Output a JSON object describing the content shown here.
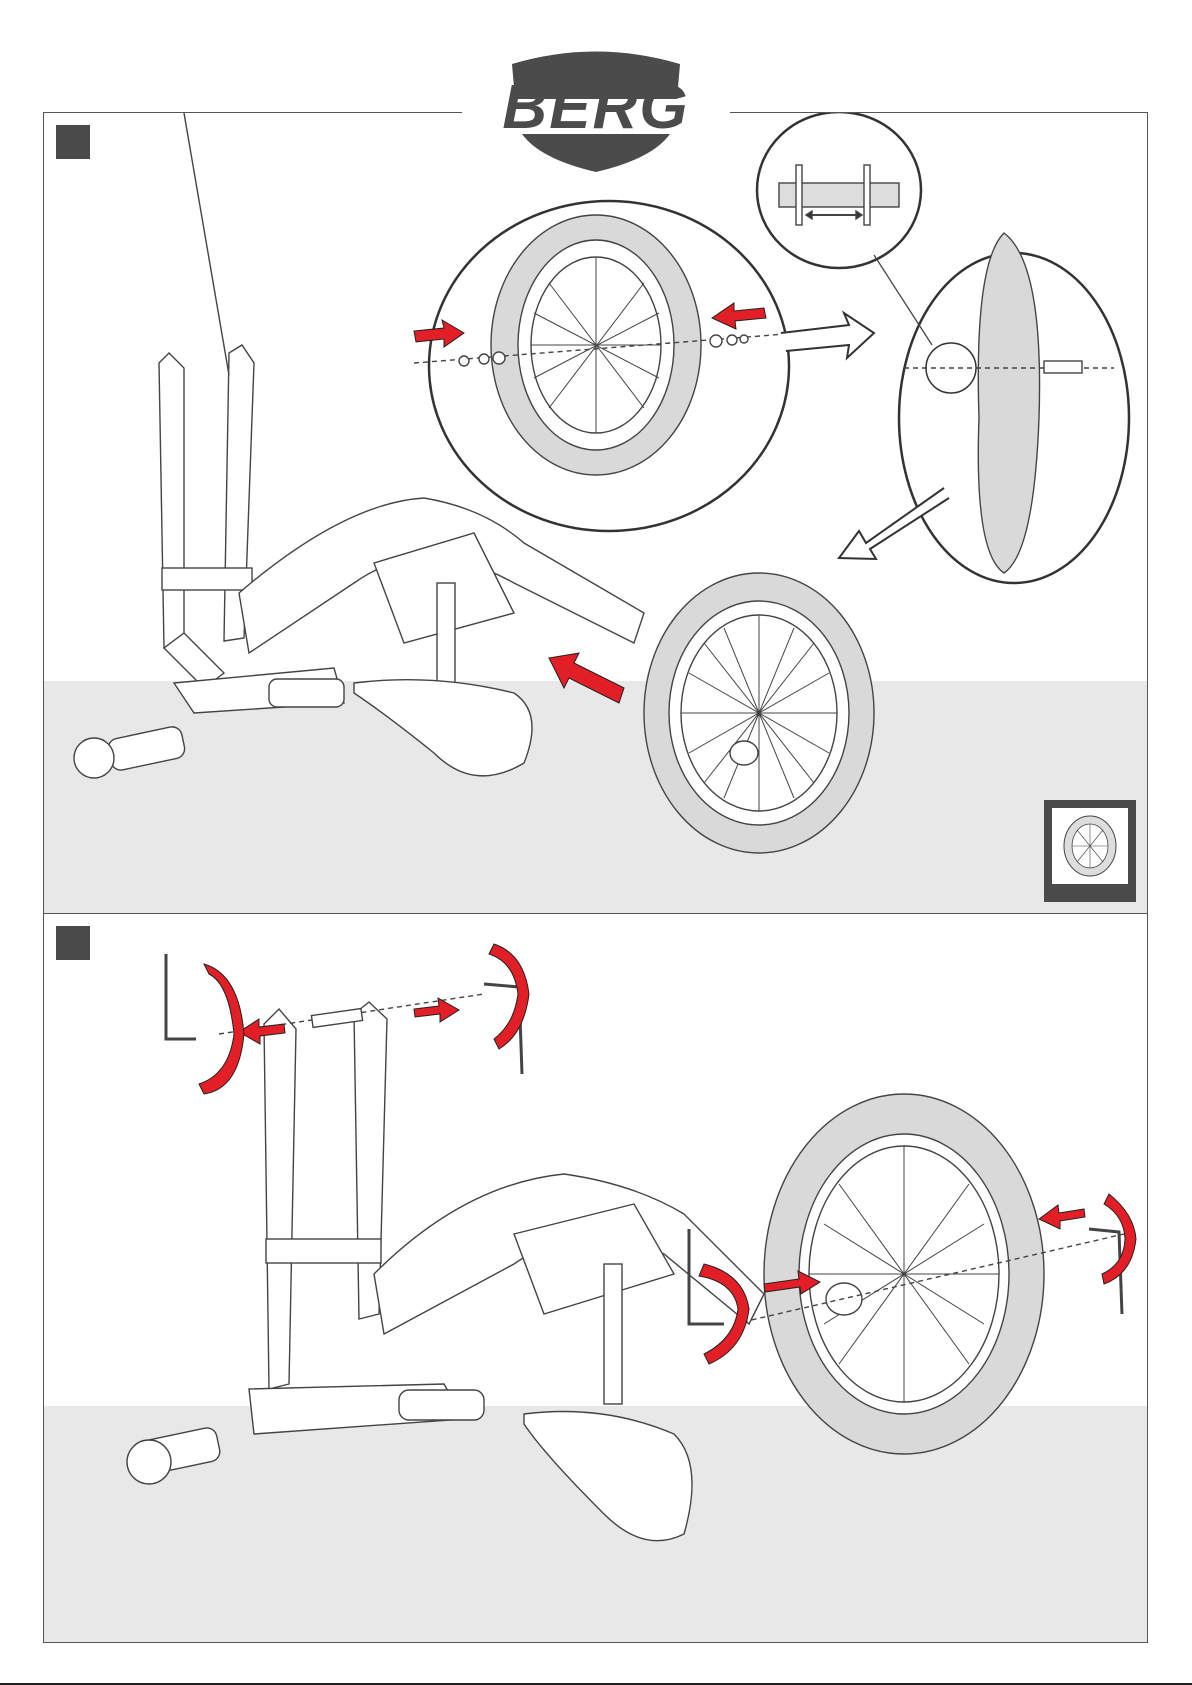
{
  "logo": {
    "text": "BERG"
  },
  "steps": [
    {
      "id": "step-1",
      "title": ""
    },
    {
      "id": "step-2",
      "title": ""
    }
  ],
  "thumbnail": {
    "icon": "wheel-icon"
  },
  "colors": {
    "arrow": "#e21f26",
    "panel_border": "#555555",
    "floor": "#e8e8e8",
    "step_marker": "#4a4a4a"
  }
}
